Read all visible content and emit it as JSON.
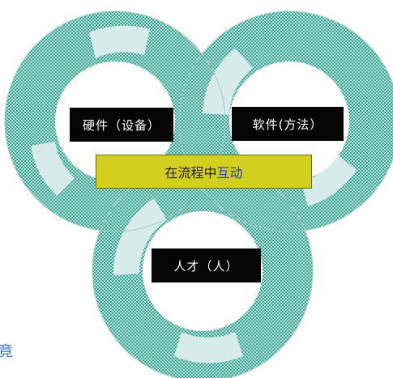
{
  "diagram": {
    "labels": {
      "hardware": "硬件（设备）",
      "software": "软件(方法）",
      "people": "人才（人）",
      "center_prefix": "在流程中",
      "center_highlight": "互动"
    },
    "cut_off_text": "竟"
  },
  "colors": {
    "ring_fill": "#d7eaec",
    "ring_pattern": "#2aa08a",
    "label_bg": "#050505",
    "center_bg": "#d3cf1e",
    "highlight_text": "#1f3fbf"
  }
}
